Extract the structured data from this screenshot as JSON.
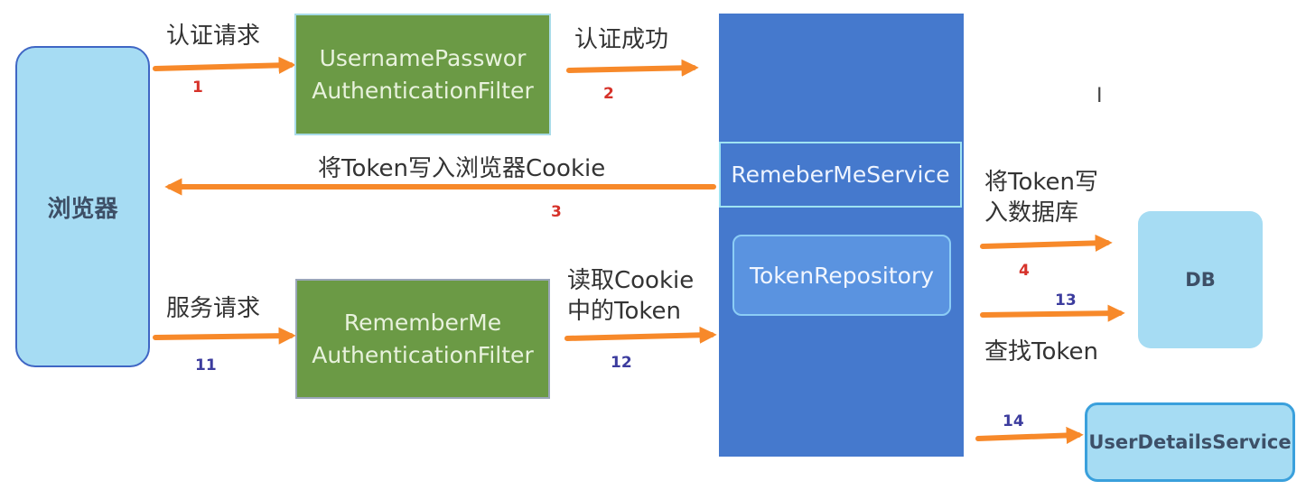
{
  "nodes": {
    "browser": "浏览器",
    "username_password_filter": [
      "UsernamePasswor",
      "AuthenticationFilter"
    ],
    "remember_me_filter": [
      "RememberMe",
      "AuthenticationFilter"
    ],
    "rememberme_service": "RemeberMeService",
    "token_repository": "TokenRepository",
    "db": "DB",
    "user_details_service": "UserDetailsService"
  },
  "edges": {
    "e1": {
      "label": "认证请求",
      "step": "1"
    },
    "e2": {
      "label": "认证成功",
      "step": "2"
    },
    "e3": {
      "label": "将Token写入浏览器Cookie",
      "step": "3"
    },
    "e4": {
      "label": [
        "将Token写",
        "入数据库"
      ],
      "step": "4"
    },
    "e11": {
      "label": "服务请求",
      "step": "11"
    },
    "e12": {
      "label": [
        "读取Cookie",
        "中的Token"
      ],
      "step": "12"
    },
    "e13": {
      "label": "查找Token",
      "step": "13"
    },
    "e14": {
      "step": "14"
    }
  },
  "colors": {
    "arrow": "#f7892a",
    "filter_fill": "#6b9a45",
    "service_fill": "#4579cd",
    "light_node_fill": "#a6dcf3",
    "step_red": "#d6322a",
    "step_blue": "#3c3c9e"
  }
}
